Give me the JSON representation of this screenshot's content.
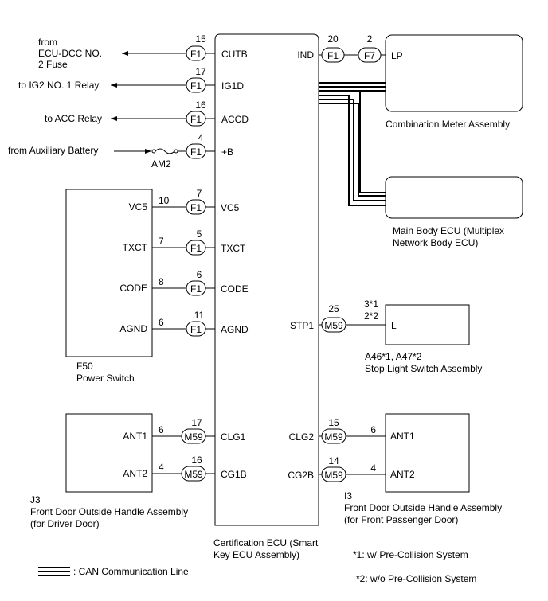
{
  "ecu": {
    "label_line1": "Certification ECU (Smart",
    "label_line2": "Key ECU Assembly)"
  },
  "left_signals": {
    "cutb": {
      "from1": "from",
      "from2": "ECU-DCC NO.",
      "from3": "2 Fuse",
      "pin": "15",
      "conn": "F1",
      "name": "CUTB"
    },
    "ig1d": {
      "text": "to IG2 NO. 1 Relay",
      "pin": "17",
      "conn": "F1",
      "name": "IG1D"
    },
    "accd": {
      "text": "to ACC Relay",
      "pin": "16",
      "conn": "F1",
      "name": "ACCD"
    },
    "b": {
      "text": "from Auxiliary Battery",
      "fuse": "AM2",
      "pin": "4",
      "conn": "F1",
      "name": "+B"
    }
  },
  "power_switch": {
    "id": "F50",
    "name": "Power Switch",
    "rows": [
      {
        "label": "VC5",
        "side_pin": "10",
        "pin": "7",
        "conn": "F1",
        "name": "VC5"
      },
      {
        "label": "TXCT",
        "side_pin": "7",
        "pin": "5",
        "conn": "F1",
        "name": "TXCT"
      },
      {
        "label": "CODE",
        "side_pin": "8",
        "pin": "6",
        "conn": "F1",
        "name": "CODE"
      },
      {
        "label": "AGND",
        "side_pin": "6",
        "pin": "11",
        "conn": "F1",
        "name": "AGND"
      }
    ]
  },
  "driver_handle": {
    "id": "J3",
    "name1": "Front Door Outside Handle Assembly",
    "name2": "(for Driver Door)",
    "rows": [
      {
        "label": "ANT1",
        "side_pin": "6",
        "pin": "17",
        "conn": "M59",
        "name": "CLG1"
      },
      {
        "label": "ANT2",
        "side_pin": "4",
        "pin": "16",
        "conn": "M59",
        "name": "CG1B"
      }
    ]
  },
  "meter": {
    "name": "Combination Meter Assembly",
    "ecu_pin_name": "IND",
    "pin1": "20",
    "conn1": "F1",
    "pin2": "2",
    "conn2": "F7",
    "label": "LP"
  },
  "body_ecu": {
    "name1": "Main Body ECU (Multiplex",
    "name2": "Network Body ECU)"
  },
  "stop_light": {
    "ecu_pin_name": "STP1",
    "pin": "25",
    "conn": "M59",
    "side_pin1": "3*1",
    "side_pin2": "2*2",
    "label": "L",
    "id": "A46*1, A47*2",
    "name": "Stop Light Switch Assembly"
  },
  "passenger_handle": {
    "id": "I3",
    "name1": "Front Door Outside Handle Assembly",
    "name2": "(for Front Passenger Door)",
    "rows": [
      {
        "label": "ANT1",
        "side_pin": "6",
        "pin": "15",
        "conn": "M59",
        "name": "CLG2"
      },
      {
        "label": "ANT2",
        "side_pin": "4",
        "pin": "14",
        "conn": "M59",
        "name": "CG2B"
      }
    ]
  },
  "legend": {
    "can": ": CAN Communication Line",
    "note1": "*1: w/ Pre-Collision System",
    "note2": "*2: w/o Pre-Collision System"
  },
  "colors": {
    "line": "#000000",
    "background": "#ffffff"
  }
}
